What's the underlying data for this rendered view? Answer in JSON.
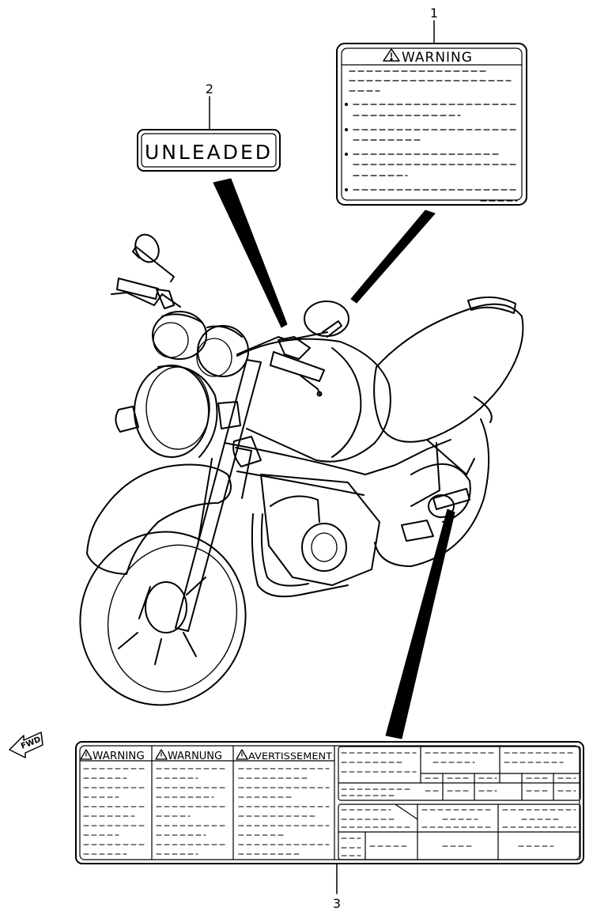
{
  "callouts": {
    "c1": "1",
    "c2": "2",
    "c3": "3"
  },
  "label_warning_top": {
    "title": "WARNING",
    "bullet_symbol": "•"
  },
  "label_unleaded": {
    "text": "UNLEADED"
  },
  "label_bottom": {
    "warning": "WARNING",
    "warnung": "WARNUNG",
    "avertissement": "AVERTISSEMENT"
  },
  "fwd_arrow": {
    "text": "FWD"
  }
}
